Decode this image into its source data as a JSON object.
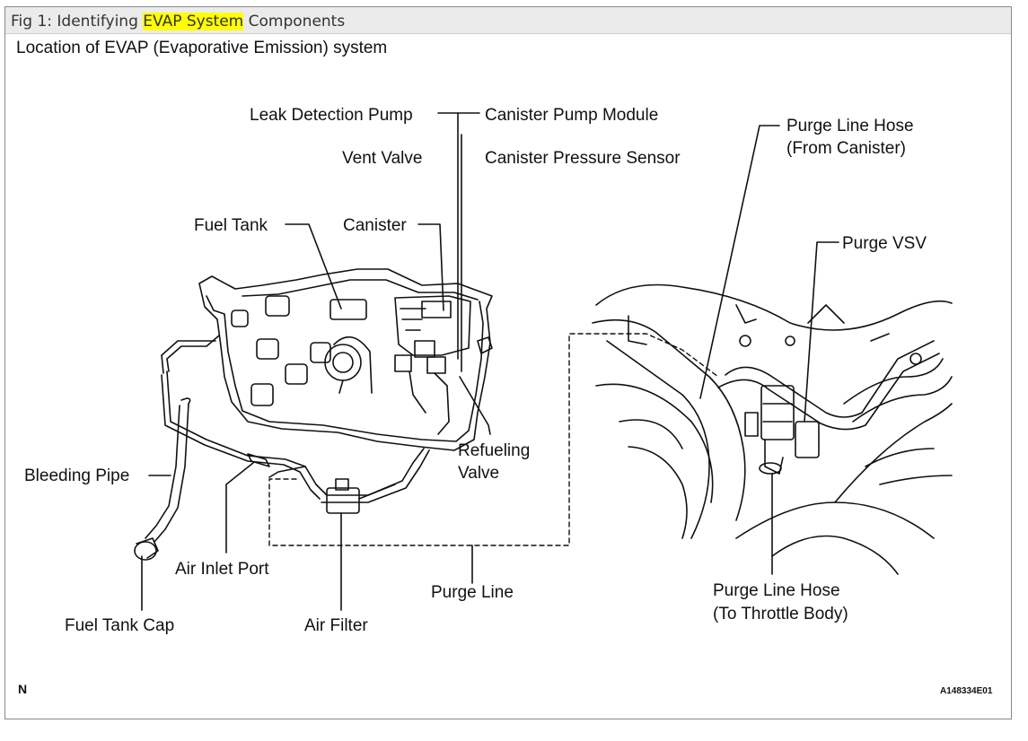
{
  "caption": {
    "prefix": "Fig 1: Identifying ",
    "highlight": "EVAP System",
    "suffix": " Components"
  },
  "subtitle": "Location of EVAP (Evaporative Emission) system",
  "labels": {
    "leak_detection_pump": "Leak Detection Pump",
    "canister_pump_module": "Canister Pump Module",
    "vent_valve": "Vent Valve",
    "canister_pressure_sensor": "Canister Pressure Sensor",
    "fuel_tank": "Fuel Tank",
    "canister": "Canister",
    "purge_line_hose_canister_1": "Purge Line Hose",
    "purge_line_hose_canister_2": "(From Canister)",
    "purge_vsv": "Purge VSV",
    "refueling_valve_1": "Refueling",
    "refueling_valve_2": "Valve",
    "bleeding_pipe": "Bleeding Pipe",
    "air_inlet_port": "Air Inlet Port",
    "purge_line": "Purge Line",
    "purge_line_hose_throttle_1": "Purge Line Hose",
    "purge_line_hose_throttle_2": "(To Throttle Body)",
    "fuel_tank_cap": "Fuel Tank Cap",
    "air_filter": "Air Filter"
  },
  "footer": {
    "north_mark": "N",
    "figure_code": "A148334E01"
  },
  "colors": {
    "highlight": "#ffff00",
    "caption_bar": "#ebebeb",
    "line": "#111111"
  }
}
